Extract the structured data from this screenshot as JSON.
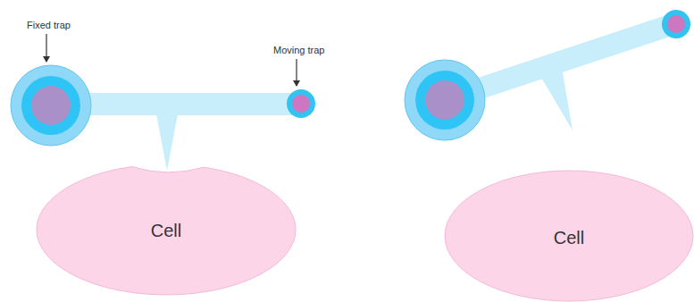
{
  "diagram": {
    "nodes": [
      {
        "text": [
          "Cell"
        ]
      },
      {
        "text": [
          "Cell"
        ]
      }
    ],
    "labels": [
      "Fixed trap",
      "Moving trap"
    ]
  }
}
